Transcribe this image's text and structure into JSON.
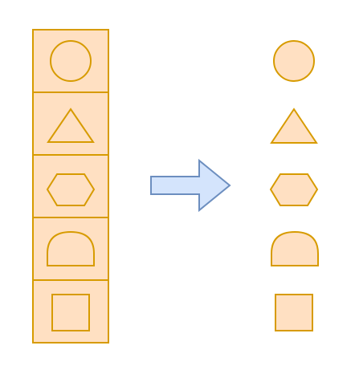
{
  "colors": {
    "shape_fill": "#ffe0c2",
    "shape_stroke": "#d79b00",
    "arrow_fill": "#d4e4fc",
    "arrow_stroke": "#6c8ebf",
    "background": "#ffffff"
  },
  "stacked_palette": {
    "cells": [
      {
        "icon": "circle"
      },
      {
        "icon": "triangle"
      },
      {
        "icon": "hexagon"
      },
      {
        "icon": "dome"
      },
      {
        "icon": "square"
      }
    ]
  },
  "arrow": {
    "icon": "right-arrow",
    "direction": "right"
  },
  "loose_shapes": [
    {
      "icon": "circle"
    },
    {
      "icon": "triangle"
    },
    {
      "icon": "hexagon"
    },
    {
      "icon": "dome"
    },
    {
      "icon": "square"
    }
  ]
}
